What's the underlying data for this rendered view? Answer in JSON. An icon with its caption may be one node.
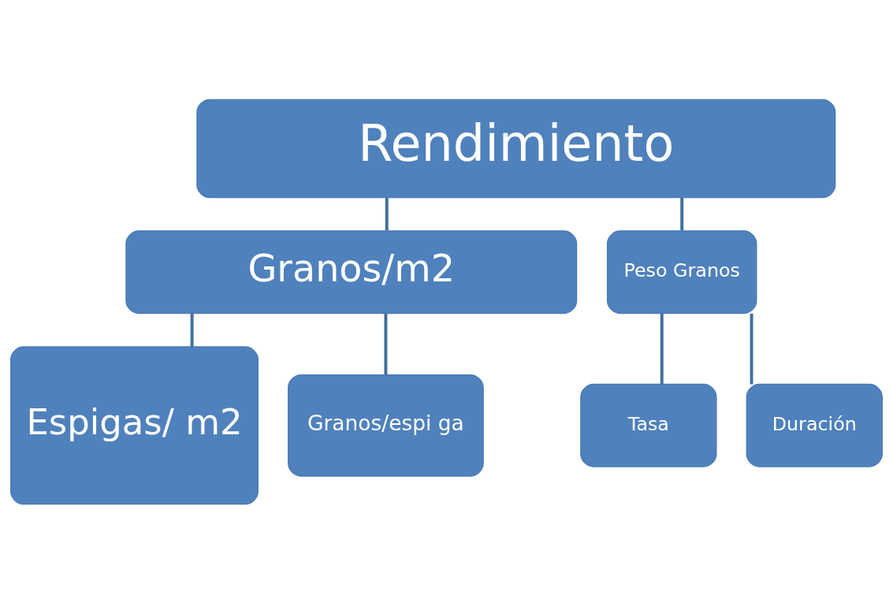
{
  "diagram": {
    "nodes": [
      {
        "text": [
          "Rendimiento"
        ]
      },
      {
        "text": [
          "Granos/m2"
        ]
      },
      {
        "text": [
          "Peso Granos"
        ]
      },
      {
        "text": [
          "Espigas/ m2"
        ]
      },
      {
        "text": [
          "Granos/espi ga"
        ]
      },
      {
        "text": [
          "Tasa"
        ]
      },
      {
        "text": [
          "Duración"
        ]
      }
    ],
    "edges": [
      {
        "from": 0,
        "to": 1,
        "arrow": "none"
      },
      {
        "from": 0,
        "to": 2,
        "arrow": "none"
      },
      {
        "from": 1,
        "to": 3,
        "arrow": "none"
      },
      {
        "from": 1,
        "to": 4,
        "arrow": "none"
      },
      {
        "from": 2,
        "to": 5,
        "arrow": "none"
      },
      {
        "from": 2,
        "to": 6,
        "arrow": "none"
      }
    ]
  }
}
